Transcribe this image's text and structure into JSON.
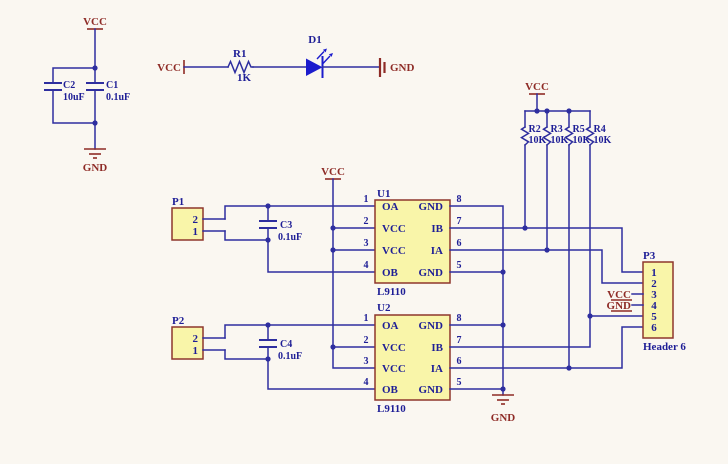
{
  "colors": {
    "background": "#faf7f1",
    "wire": "#2e2e9f",
    "label": "#1e1e96",
    "power": "#8e2b26",
    "part_fill": "#f9f5a9",
    "part_border": "#8e372c",
    "led": "#1c1ccd"
  },
  "power": {
    "vcc": "VCC",
    "gnd": "GND"
  },
  "capacitors": {
    "c1": {
      "ref": "C1",
      "value": "0.1uF"
    },
    "c2": {
      "ref": "C2",
      "value": "10uF"
    },
    "c3": {
      "ref": "C3",
      "value": "0.1uF"
    },
    "c4": {
      "ref": "C4",
      "value": "0.1uF"
    }
  },
  "led_circuit": {
    "resistor_ref": "R1",
    "resistor_value": "1K",
    "led_ref": "D1"
  },
  "pullups": {
    "r2": {
      "ref": "R2",
      "value": "10K"
    },
    "r3": {
      "ref": "R3",
      "value": "10K"
    },
    "r5": {
      "ref": "R5",
      "value": "10K"
    },
    "r4": {
      "ref": "R4",
      "value": "10K"
    }
  },
  "ics": {
    "u1": {
      "ref": "U1",
      "part": "L9110",
      "left": [
        {
          "num": "1",
          "name": "OA"
        },
        {
          "num": "2",
          "name": "VCC"
        },
        {
          "num": "3",
          "name": "VCC"
        },
        {
          "num": "4",
          "name": "OB"
        }
      ],
      "right": [
        {
          "num": "8",
          "name": "GND"
        },
        {
          "num": "7",
          "name": "IB"
        },
        {
          "num": "6",
          "name": "IA"
        },
        {
          "num": "5",
          "name": "GND"
        }
      ]
    },
    "u2": {
      "ref": "U2",
      "part": "L9110",
      "left": [
        {
          "num": "1",
          "name": "OA"
        },
        {
          "num": "2",
          "name": "VCC"
        },
        {
          "num": "3",
          "name": "VCC"
        },
        {
          "num": "4",
          "name": "OB"
        }
      ],
      "right": [
        {
          "num": "8",
          "name": "GND"
        },
        {
          "num": "7",
          "name": "IB"
        },
        {
          "num": "6",
          "name": "IA"
        },
        {
          "num": "5",
          "name": "GND"
        }
      ]
    }
  },
  "connectors": {
    "p1": {
      "ref": "P1",
      "pin_top": "2",
      "pin_bottom": "1"
    },
    "p2": {
      "ref": "P2",
      "pin_top": "2",
      "pin_bottom": "1"
    },
    "p3": {
      "ref": "P3",
      "part": "Header 6",
      "pins": [
        "1",
        "2",
        "3",
        "4",
        "5",
        "6"
      ],
      "pin3_net": "VCC",
      "pin4_net": "GND"
    }
  }
}
